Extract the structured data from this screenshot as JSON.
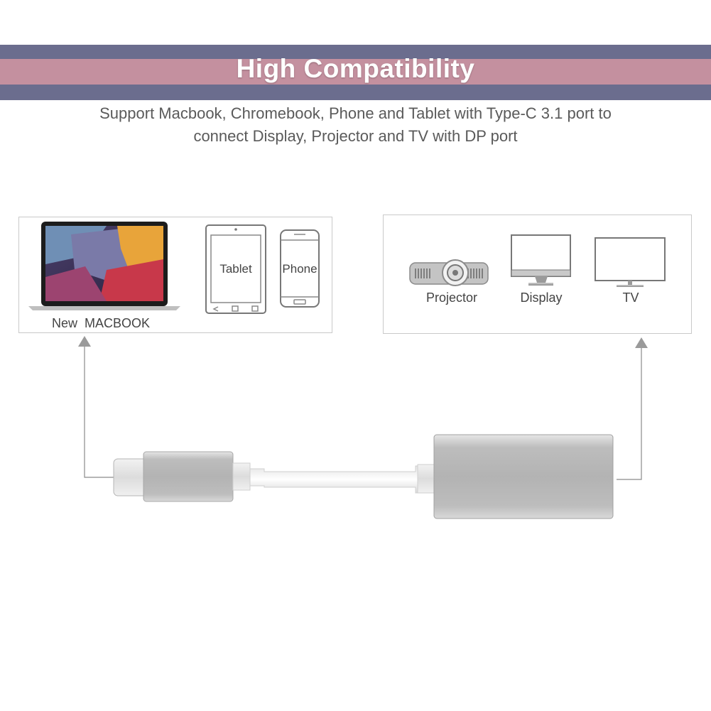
{
  "banner": {
    "title": "High Compatibility",
    "colors": {
      "band_dark": "#6b6d8e",
      "band_light": "#c4909f"
    }
  },
  "subtitle": {
    "line1": "Support Macbook, Chromebook, Phone and Tablet with Type-C 3.1 port to",
    "line2": "connect Display, Projector and TV with DP port"
  },
  "source_devices": {
    "laptop_label": "New  MACBOOK",
    "tablet_label": "Tablet",
    "phone_label": "Phone"
  },
  "target_devices": {
    "projector_label": "Projector",
    "display_label": "Display",
    "tv_label": "TV"
  },
  "icons": [
    "laptop-icon",
    "tablet-icon",
    "phone-icon",
    "projector-icon",
    "monitor-icon",
    "tv-icon",
    "usb-c-connector-icon",
    "displayport-connector-icon"
  ]
}
